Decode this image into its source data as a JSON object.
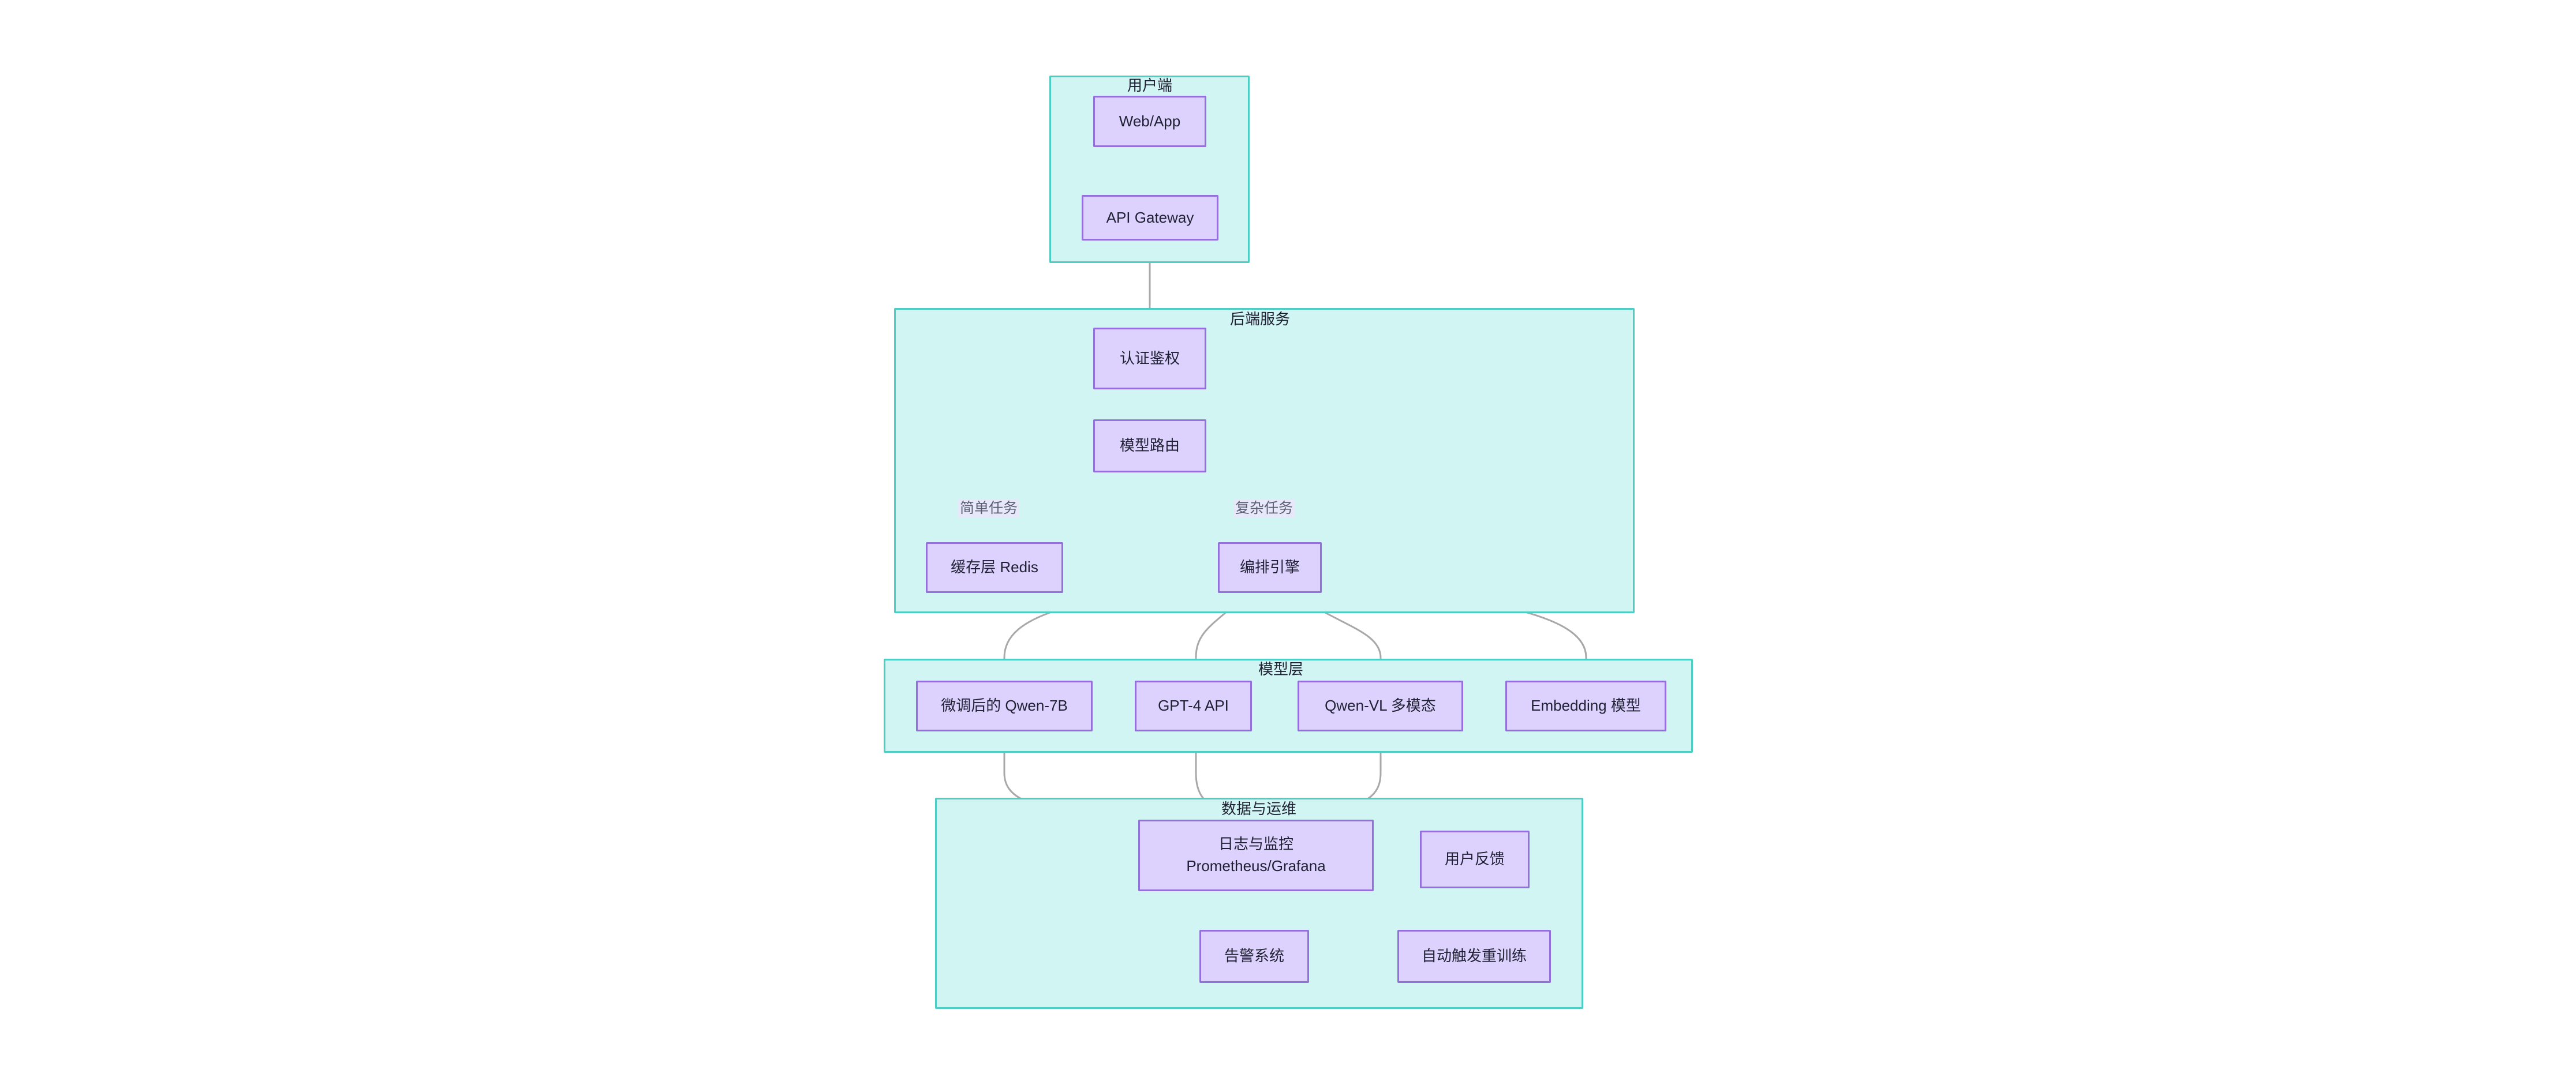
{
  "diagram": {
    "type": "flowchart",
    "direction": "top-down",
    "colors": {
      "cluster_fill": "#d0f5f2",
      "cluster_stroke": "#4ecdc4",
      "node_fill": "#ddd2fd",
      "node_stroke": "#9370db",
      "text": "#1f2033",
      "edge_stroke": "#a8a8a8",
      "edge_label_text": "#5a5f73",
      "edge_label_fill": "#e8e8fb",
      "background": "#ffffff"
    },
    "clusters": [
      {
        "id": "client",
        "title": "用户端"
      },
      {
        "id": "backend",
        "title": "后端服务"
      },
      {
        "id": "models",
        "title": "模型层"
      },
      {
        "id": "ops",
        "title": "数据与运维"
      }
    ],
    "nodes": {
      "web_app": {
        "label": "Web/App"
      },
      "api_gateway": {
        "label": "API Gateway"
      },
      "auth": {
        "label": "认证鉴权"
      },
      "router": {
        "label": "模型路由"
      },
      "cache": {
        "label": "缓存层 Redis"
      },
      "orchestrator": {
        "label": "编排引擎"
      },
      "qwen7b": {
        "label": "微调后的 Qwen-7B"
      },
      "gpt4": {
        "label": "GPT-4 API"
      },
      "qwenvl": {
        "label": "Qwen-VL 多模态"
      },
      "embedding": {
        "label": "Embedding 模型"
      },
      "monitoring": {
        "label": "日志与监控",
        "label_line2": "Prometheus/Grafana"
      },
      "feedback": {
        "label": "用户反馈"
      },
      "alerting": {
        "label": "告警系统"
      },
      "retrain": {
        "label": "自动触发重训练"
      }
    },
    "edge_labels": {
      "simple_task": "简单任务",
      "complex_task": "复杂任务"
    },
    "edges": [
      {
        "from": "web_app",
        "to": "api_gateway",
        "label": ""
      },
      {
        "from": "api_gateway",
        "to": "auth",
        "label": ""
      },
      {
        "from": "auth",
        "to": "router",
        "label": ""
      },
      {
        "from": "router",
        "to": "cache",
        "label": "简单任务"
      },
      {
        "from": "router",
        "to": "orchestrator",
        "label": "复杂任务"
      },
      {
        "from": "orchestrator",
        "to": "qwen7b",
        "label": ""
      },
      {
        "from": "orchestrator",
        "to": "gpt4",
        "label": ""
      },
      {
        "from": "orchestrator",
        "to": "qwenvl",
        "label": ""
      },
      {
        "from": "orchestrator",
        "to": "embedding",
        "label": ""
      },
      {
        "from": "qwen7b",
        "to": "monitoring",
        "label": ""
      },
      {
        "from": "gpt4",
        "to": "monitoring",
        "label": ""
      },
      {
        "from": "qwenvl",
        "to": "monitoring",
        "label": ""
      },
      {
        "from": "monitoring",
        "to": "alerting",
        "label": ""
      },
      {
        "from": "feedback",
        "to": "retrain",
        "label": ""
      }
    ]
  }
}
